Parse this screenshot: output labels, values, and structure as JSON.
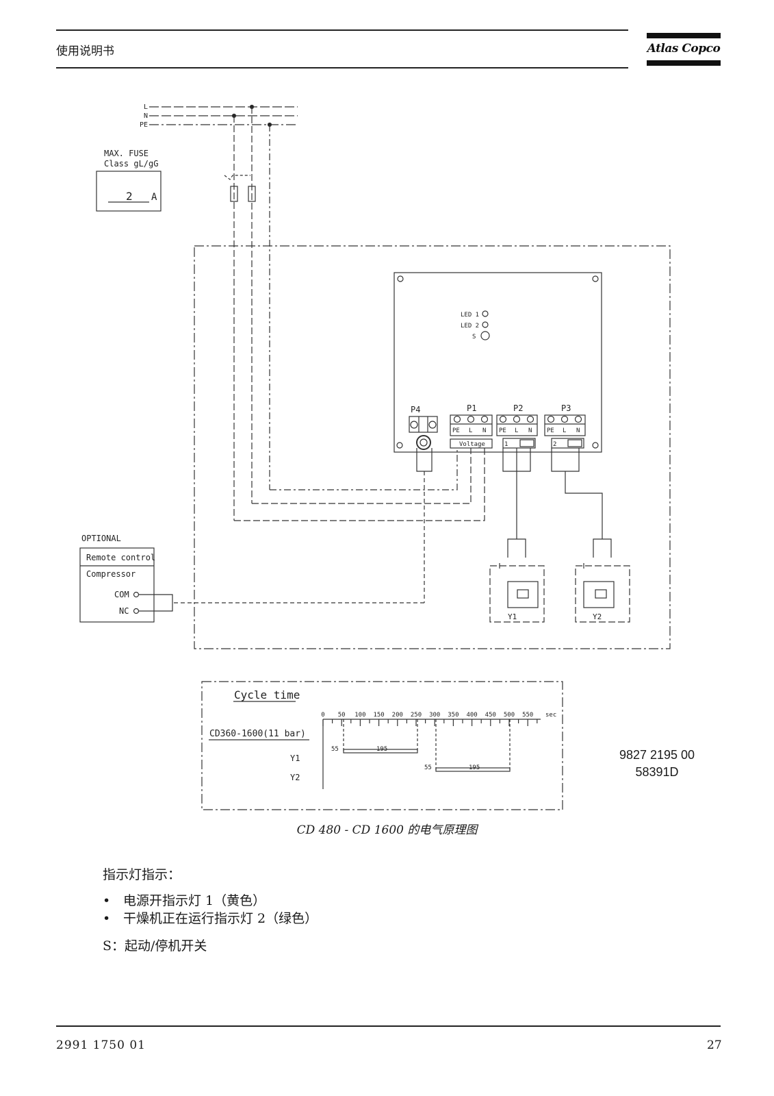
{
  "header": {
    "title": "使用说明书",
    "brand": "Atlas Copco"
  },
  "diagram": {
    "supply": {
      "l": "L",
      "n": "N",
      "pe": "PE"
    },
    "fuse": {
      "label_line1": "MAX. FUSE",
      "label_line2": "Class gL/gG",
      "value": "2",
      "unit": "A"
    },
    "board": {
      "led1": "LED 1",
      "led2": "LED 2",
      "switch": "S",
      "p4": "P4",
      "p1": "P1",
      "p2": "P2",
      "p3": "P3",
      "pe": "PE",
      "l": "L",
      "n": "N",
      "voltage": "Voltage",
      "valve1": "1",
      "valve2": "2"
    },
    "optional": {
      "title": "OPTIONAL",
      "remote": "Remote control",
      "compressor": "Compressor",
      "com": "COM",
      "nc": "NC"
    },
    "valves": {
      "y1": "Y1",
      "y2": "Y2"
    },
    "cycle": {
      "title": "Cycle time",
      "model": "CD360-1600(11 bar)",
      "y1": "Y1",
      "y2": "Y2",
      "unit": "sec",
      "ticks": [
        "0",
        "50",
        "100",
        "150",
        "200",
        "250",
        "300",
        "350",
        "400",
        "450",
        "500",
        "550"
      ],
      "y1_delay": "55",
      "y1_duration": "195",
      "y2_delay": "55",
      "y2_duration": "195"
    },
    "part_number": "9827 2195 00",
    "drawing_number": "58391D",
    "caption": "CD 480 - CD 1600 的电气原理图"
  },
  "indicators": {
    "title": "指示灯指示：",
    "items": [
      "电源开指示灯 1（黄色）",
      "干燥机正在运行指示灯 2（绿色）"
    ],
    "switch_note": "S：起动/停机开关"
  },
  "footer": {
    "doc_number": "2991 1750 01",
    "page": "27"
  }
}
